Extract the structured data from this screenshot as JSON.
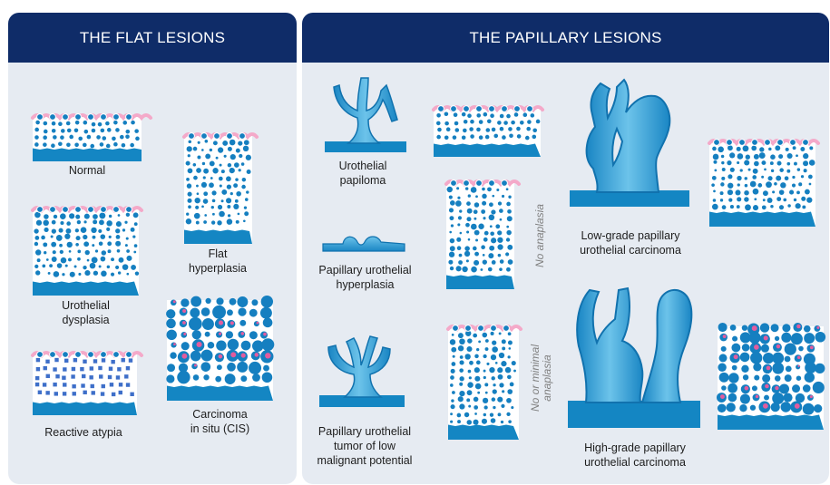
{
  "flat": {
    "title": "THE FLAT LESIONS",
    "normal": "Normal",
    "flat_hyperplasia": [
      "Flat",
      "hyperplasia"
    ],
    "urothelial_dysplasia": [
      "Urothelial",
      "dysplasia"
    ],
    "carcinoma_in_situ": [
      "Carcinoma",
      "in situ (CIS)"
    ],
    "reactive_atypia": "Reactive atypia"
  },
  "papillary": {
    "title": "THE PAPILLARY LESIONS",
    "papilloma": [
      "Urothelial",
      "papiloma"
    ],
    "papillary_hyperplasia": [
      "Papillary urothelial",
      "hyperplasia"
    ],
    "punlmp": [
      "Papillary urothelial",
      "tumor of low",
      "malignant potential"
    ],
    "low_grade": [
      "Low-grade papillary",
      "urothelial carcinoma"
    ],
    "high_grade": [
      "High-grade papillary",
      "urothelial carcinoma"
    ],
    "no_anaplasia": "No anaplasia",
    "minimal_anaplasia": [
      "No or minimal",
      "anaplasia"
    ]
  },
  "colors": {
    "banner": "#0f2c68",
    "panel": "#e6ebf2",
    "basement": "#1486c3",
    "nucleus": "#157fc0",
    "umbrella": "#f4a9c9",
    "atypia_square": "#3e6fc9"
  }
}
